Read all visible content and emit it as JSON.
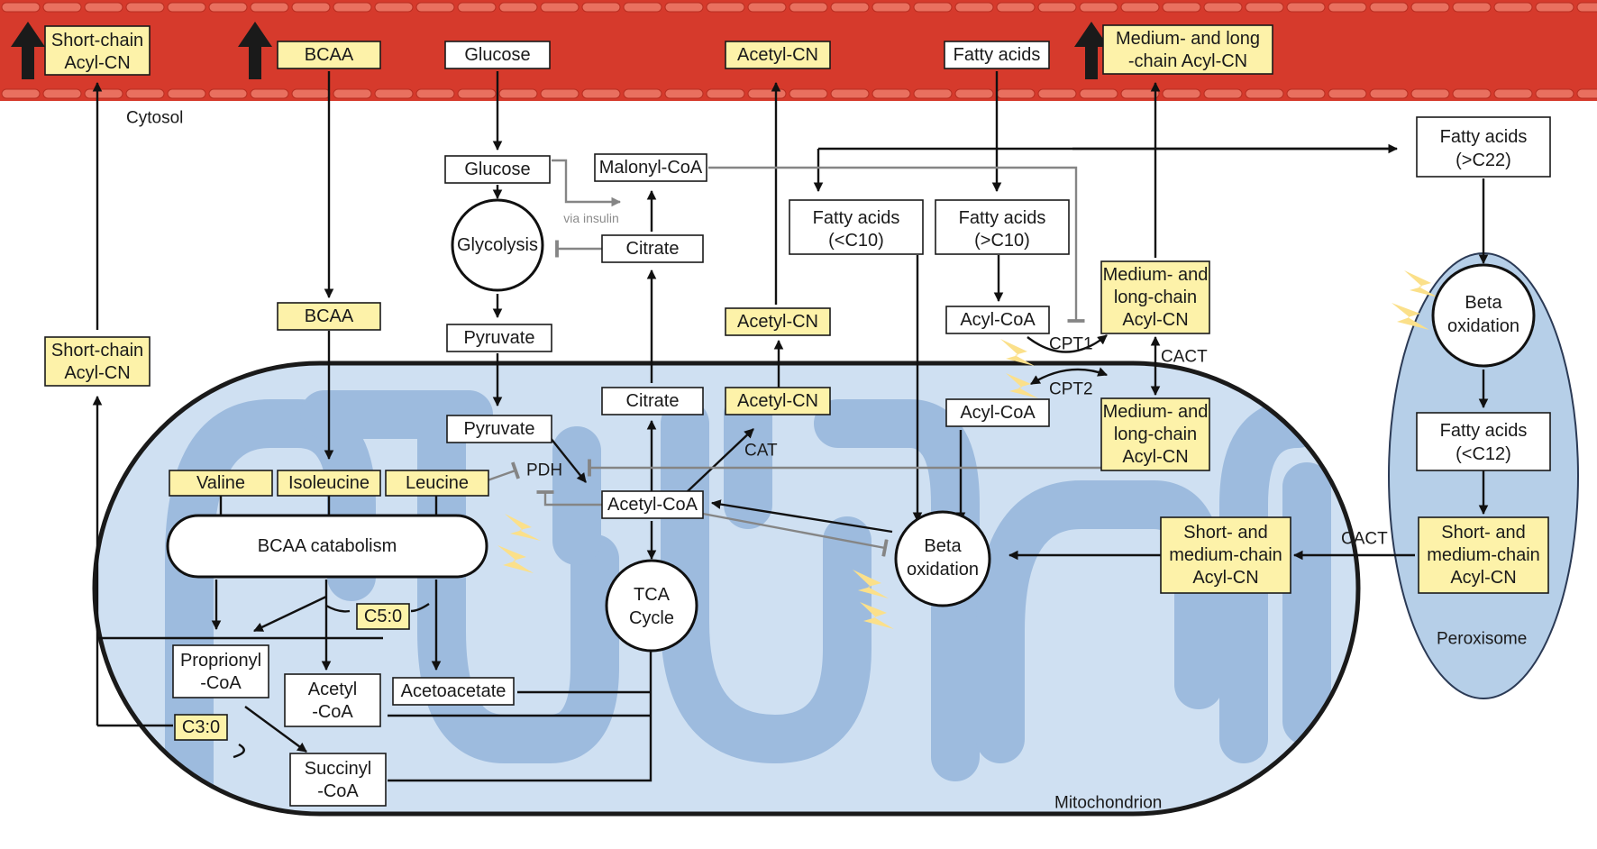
{
  "compartments": {
    "cytosol": "Cytosol",
    "mitochondrion": "Mitochondrion",
    "peroxisome": "Peroxisome"
  },
  "blood": {
    "short_chain_acyl_cn": [
      "Short-chain",
      "Acyl-CN"
    ],
    "bcaa": "BCAA",
    "glucose": "Glucose",
    "acetyl_cn": "Acetyl-CN",
    "fatty_acids": "Fatty acids",
    "medium_long_acyl_cn": [
      "Medium- and long",
      "-chain Acyl-CN"
    ]
  },
  "cyto": {
    "glucose": "Glucose",
    "malonyl_coa": "Malonyl-CoA",
    "via_insulin": "via insulin",
    "glycolysis": "Glycolysis",
    "citrate": "Citrate",
    "pyruvate": "Pyruvate",
    "bcaa": "BCAA",
    "short_chain_acyl_cn": [
      "Short-chain",
      "Acyl-CN"
    ],
    "acetyl_cn": "Acetyl-CN",
    "fatty_acids_lt_c10": [
      "Fatty acids",
      "(<C10)"
    ],
    "fatty_acids_gt_c10": [
      "Fatty acids",
      "(>C10)"
    ],
    "acyl_coa": "Acyl-CoA",
    "medium_long_acyl_cn": [
      "Medium- and",
      "long-chain",
      "Acyl-CN"
    ],
    "fatty_acids_gt_c22": [
      "Fatty acids",
      "(>C22)"
    ]
  },
  "mito": {
    "pyruvate": "Pyruvate",
    "citrate": "Citrate",
    "acetyl_cn": "Acetyl-CN",
    "cat": "CAT",
    "pdh": "PDH",
    "acetyl_coa": "Acetyl-CoA",
    "tca_cycle": [
      "TCA",
      "Cycle"
    ],
    "valine": "Valine",
    "isoleucine": "Isoleucine",
    "leucine": "Leucine",
    "bcaa_catabolism": "BCAA catabolism",
    "c5_0": "C5:0",
    "c3_0": "C3:0",
    "proprionyl_coa": [
      "Proprionyl",
      "-CoA"
    ],
    "acetyl_coa_short": [
      "Acetyl",
      "-CoA"
    ],
    "acetoacetate": "Acetoacetate",
    "succinyl_coa": [
      "Succinyl",
      "-CoA"
    ],
    "beta_oxidation": [
      "Beta",
      "oxidation"
    ],
    "acyl_coa": "Acyl-CoA",
    "medium_long_acyl_cn": [
      "Medium- and",
      "long-chain",
      "Acyl-CN"
    ],
    "short_medium_acyl_cn": [
      "Short- and",
      "medium-chain",
      "Acyl-CN"
    ]
  },
  "transport": {
    "cpt1": "CPT1",
    "cpt2": "CPT2",
    "cact": "CACT",
    "cact_perox": "CACT"
  },
  "perox": {
    "beta_oxidation": [
      "Beta",
      "oxidation"
    ],
    "fatty_acids_lt_c12": [
      "Fatty acids",
      "(<C12)"
    ],
    "short_medium_acyl_cn": [
      "Short- and",
      "medium-chain",
      "Acyl-CN"
    ]
  },
  "colors": {
    "blood_vessel": "#d63a2c",
    "mitochondrion_fill": "#cfe0f2",
    "cristae": "#9dbbde",
    "highlight_box": "#fdf2a9",
    "inhibition_line": "#858585",
    "energy_bolt": "#fbe08a"
  }
}
